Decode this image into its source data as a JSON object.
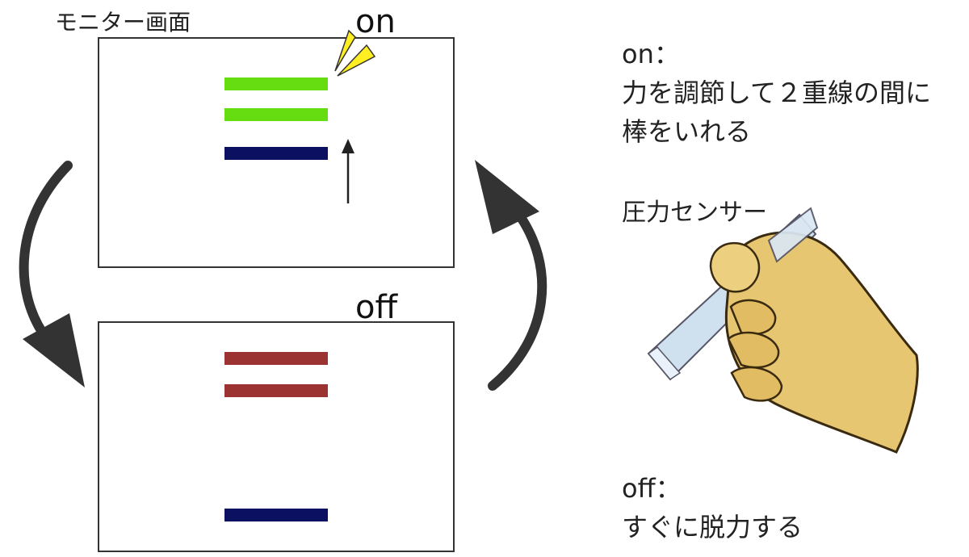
{
  "diagram": {
    "monitor_title": "モニター画面",
    "state_on": "on",
    "state_off": "off",
    "desc_on_title": "on：",
    "desc_on_line1": "力を調節して２重線の間に",
    "desc_on_line2": "棒をいれる",
    "sensor_label": "圧力センサー",
    "desc_off_title": "off：",
    "desc_off_line1": "すぐに脱力する"
  },
  "colors": {
    "target_on": "#66dd11",
    "target_off": "#9b3333",
    "indicator_bar": "#0b1060",
    "outline": "#333333",
    "cycle_arrow": "#333333",
    "spark": "#ffee22",
    "hand_skin": "#e7c672",
    "sensor_rod": "#cfe0ef"
  }
}
